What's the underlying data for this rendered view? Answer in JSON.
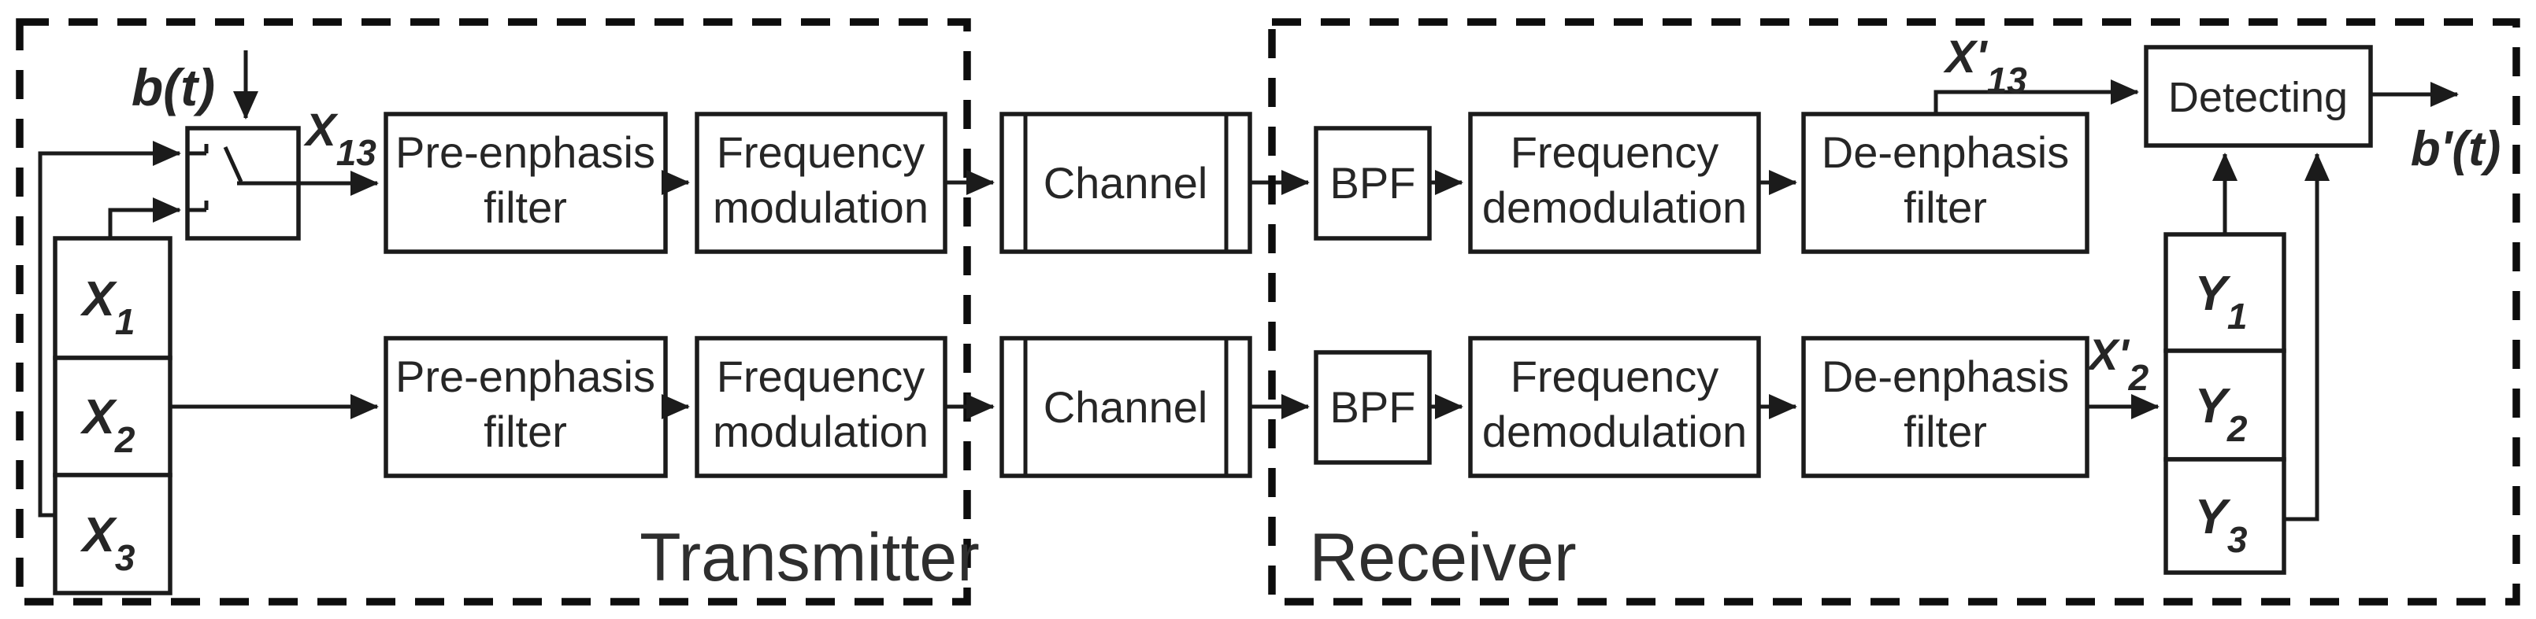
{
  "figure": {
    "transmitter": {
      "label": "Transmitter",
      "input_signal": "b(t)",
      "switch_output": {
        "base": "X",
        "sub": "13"
      },
      "sources": [
        {
          "base": "X",
          "sub": "1"
        },
        {
          "base": "X",
          "sub": "2"
        },
        {
          "base": "X",
          "sub": "3"
        }
      ]
    },
    "receiver": {
      "label": "Receiver",
      "output_signal": "b'(t)",
      "detected_13": {
        "base": "X'",
        "sub": "13"
      },
      "detected_2": {
        "base": "X'",
        "sub": "2"
      },
      "registers": [
        {
          "base": "Y",
          "sub": "1"
        },
        {
          "base": "Y",
          "sub": "2"
        },
        {
          "base": "Y",
          "sub": "3"
        }
      ]
    },
    "blocks": {
      "pre_emphasis": {
        "line1": "Pre-enphasis",
        "line2": "filter"
      },
      "freq_mod": {
        "line1": "Frequency",
        "line2": "modulation"
      },
      "channel": {
        "label": "Channel"
      },
      "bpf": {
        "label": "BPF"
      },
      "freq_demod": {
        "line1": "Frequency",
        "line2": "demodulation"
      },
      "de_emphasis": {
        "line1": "De-enphasis",
        "line2": "filter"
      },
      "detecting": {
        "label": "Detecting"
      }
    }
  }
}
